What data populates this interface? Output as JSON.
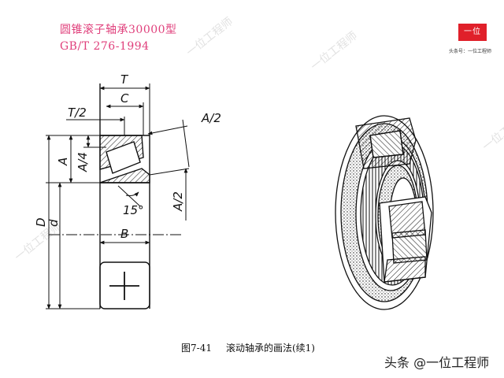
{
  "title": {
    "name_cn": "圆锥滚子轴承30000型",
    "standard": "GB/T 276-1994"
  },
  "watermark": {
    "text": "一位工程师"
  },
  "logo": {
    "badge_text": "一位",
    "caption": "头条号：一位工程师"
  },
  "drawing": {
    "labels": {
      "T": "T",
      "C": "C",
      "T_half": "T/2",
      "A_half": "A/2",
      "A_quarter": "A/4",
      "A": "A",
      "A_half_right": "A/2",
      "angle": "15°",
      "D": "D",
      "d": "d",
      "B": "B"
    }
  },
  "caption": {
    "figure": "图7-41",
    "text": "滚动轴承的画法(续1)"
  },
  "source": {
    "text": "头条 @一位工程师"
  },
  "colors": {
    "title": "#e0407c",
    "logo_red": "#e0202a"
  }
}
